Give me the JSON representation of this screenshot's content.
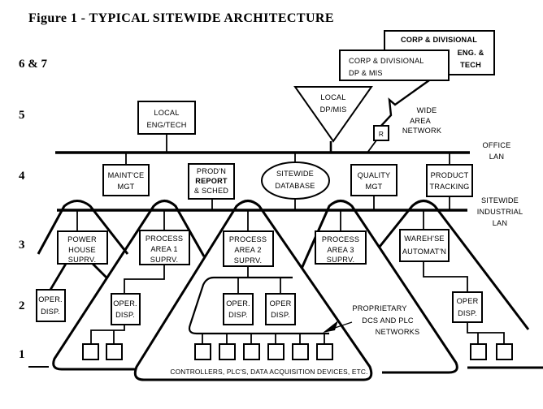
{
  "title": "Figure 1 - TYPICAL SITEWIDE ARCHITECTURE",
  "level_labels": [
    "6 & 7",
    "5",
    "4",
    "3",
    "2",
    "1"
  ],
  "networks": {
    "office_lan": [
      "OFFICE",
      "LAN"
    ],
    "industrial_lan": [
      "SITEWIDE",
      "INDUSTRIAL",
      "LAN"
    ],
    "wide_area": [
      "WIDE",
      "AREA",
      "NETWORK"
    ],
    "proprietary": [
      "PROPRIETARY",
      "DCS AND PLC",
      "NETWORKS"
    ]
  },
  "nodes": {
    "corp_eng": [
      "CORP & DIVISIONAL",
      "ENG. &",
      "TECH"
    ],
    "corp_dp": [
      "CORP & DIVISIONAL",
      "DP & MIS"
    ],
    "local_eng": [
      "LOCAL",
      "ENG/TECH"
    ],
    "local_dpmis": [
      "LOCAL",
      "DP/MIS"
    ],
    "router": "R",
    "maintce": [
      "MAINT'CE",
      "MGT"
    ],
    "prodn": [
      "PROD'N",
      "REPORT",
      "& SCHED"
    ],
    "database": [
      "SITEWIDE",
      "DATABASE"
    ],
    "quality": [
      "QUALITY",
      "MGT"
    ],
    "product": [
      "PRODUCT",
      "TRACKING"
    ],
    "powerhouse": [
      "POWER",
      "HOUSE",
      "SUPRV."
    ],
    "area1": [
      "PROCESS",
      "AREA 1",
      "SUPRV."
    ],
    "area2": [
      "PROCESS",
      "AREA 2",
      "SUPRV."
    ],
    "area3": [
      "PROCESS",
      "AREA 3",
      "SUPRV."
    ],
    "warehouse": [
      "WAREH'SE",
      "AUTOMAT'N"
    ],
    "oper_ph": [
      "OPER.",
      "DISP."
    ],
    "oper_a1": [
      "OPER.",
      "DISP."
    ],
    "oper_a2_1": [
      "OPER.",
      "DISP."
    ],
    "oper_a2_2": [
      "OPER",
      "DISP."
    ],
    "oper_wh": [
      "OPER",
      "DISP."
    ]
  },
  "footer": "CONTROLLERS, PLC'S, DATA ACQUISITION DEVICES, ETC.",
  "colors": {
    "ink": "#000000",
    "paper": "#ffffff"
  }
}
